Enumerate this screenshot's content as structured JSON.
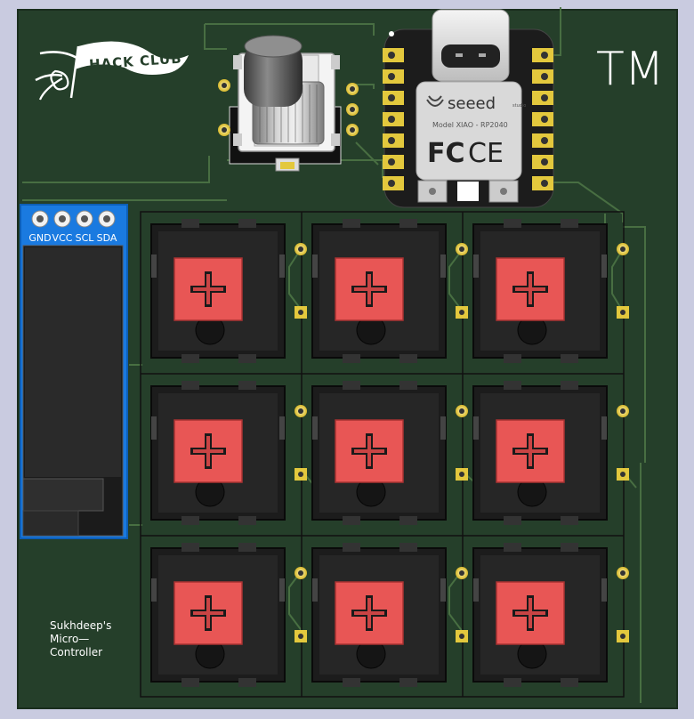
{
  "board": {
    "background": "#c9cbe0",
    "pcb_color": "#253f2a",
    "trace_color": "#4f7a45",
    "pad_color": "#e3c83d",
    "keycap_color": "#e85655",
    "switch_color": "#1c1c1c"
  },
  "logo": {
    "flag_text": "HACK CLUB"
  },
  "signature": {
    "text": "TM"
  },
  "microcontroller": {
    "brand": "seeed",
    "brand_sub": "studio",
    "model": "Model XIAO - RP2040",
    "fcc": "FC",
    "ce": "CE"
  },
  "oled": {
    "pins": [
      "GND",
      "VCC",
      "SCL",
      "SDA"
    ]
  },
  "switches": {
    "rows": 3,
    "cols": 3,
    "count": 9
  },
  "credit": {
    "lines": [
      "Sukhdeep's",
      "Micro—",
      "Controller"
    ]
  }
}
